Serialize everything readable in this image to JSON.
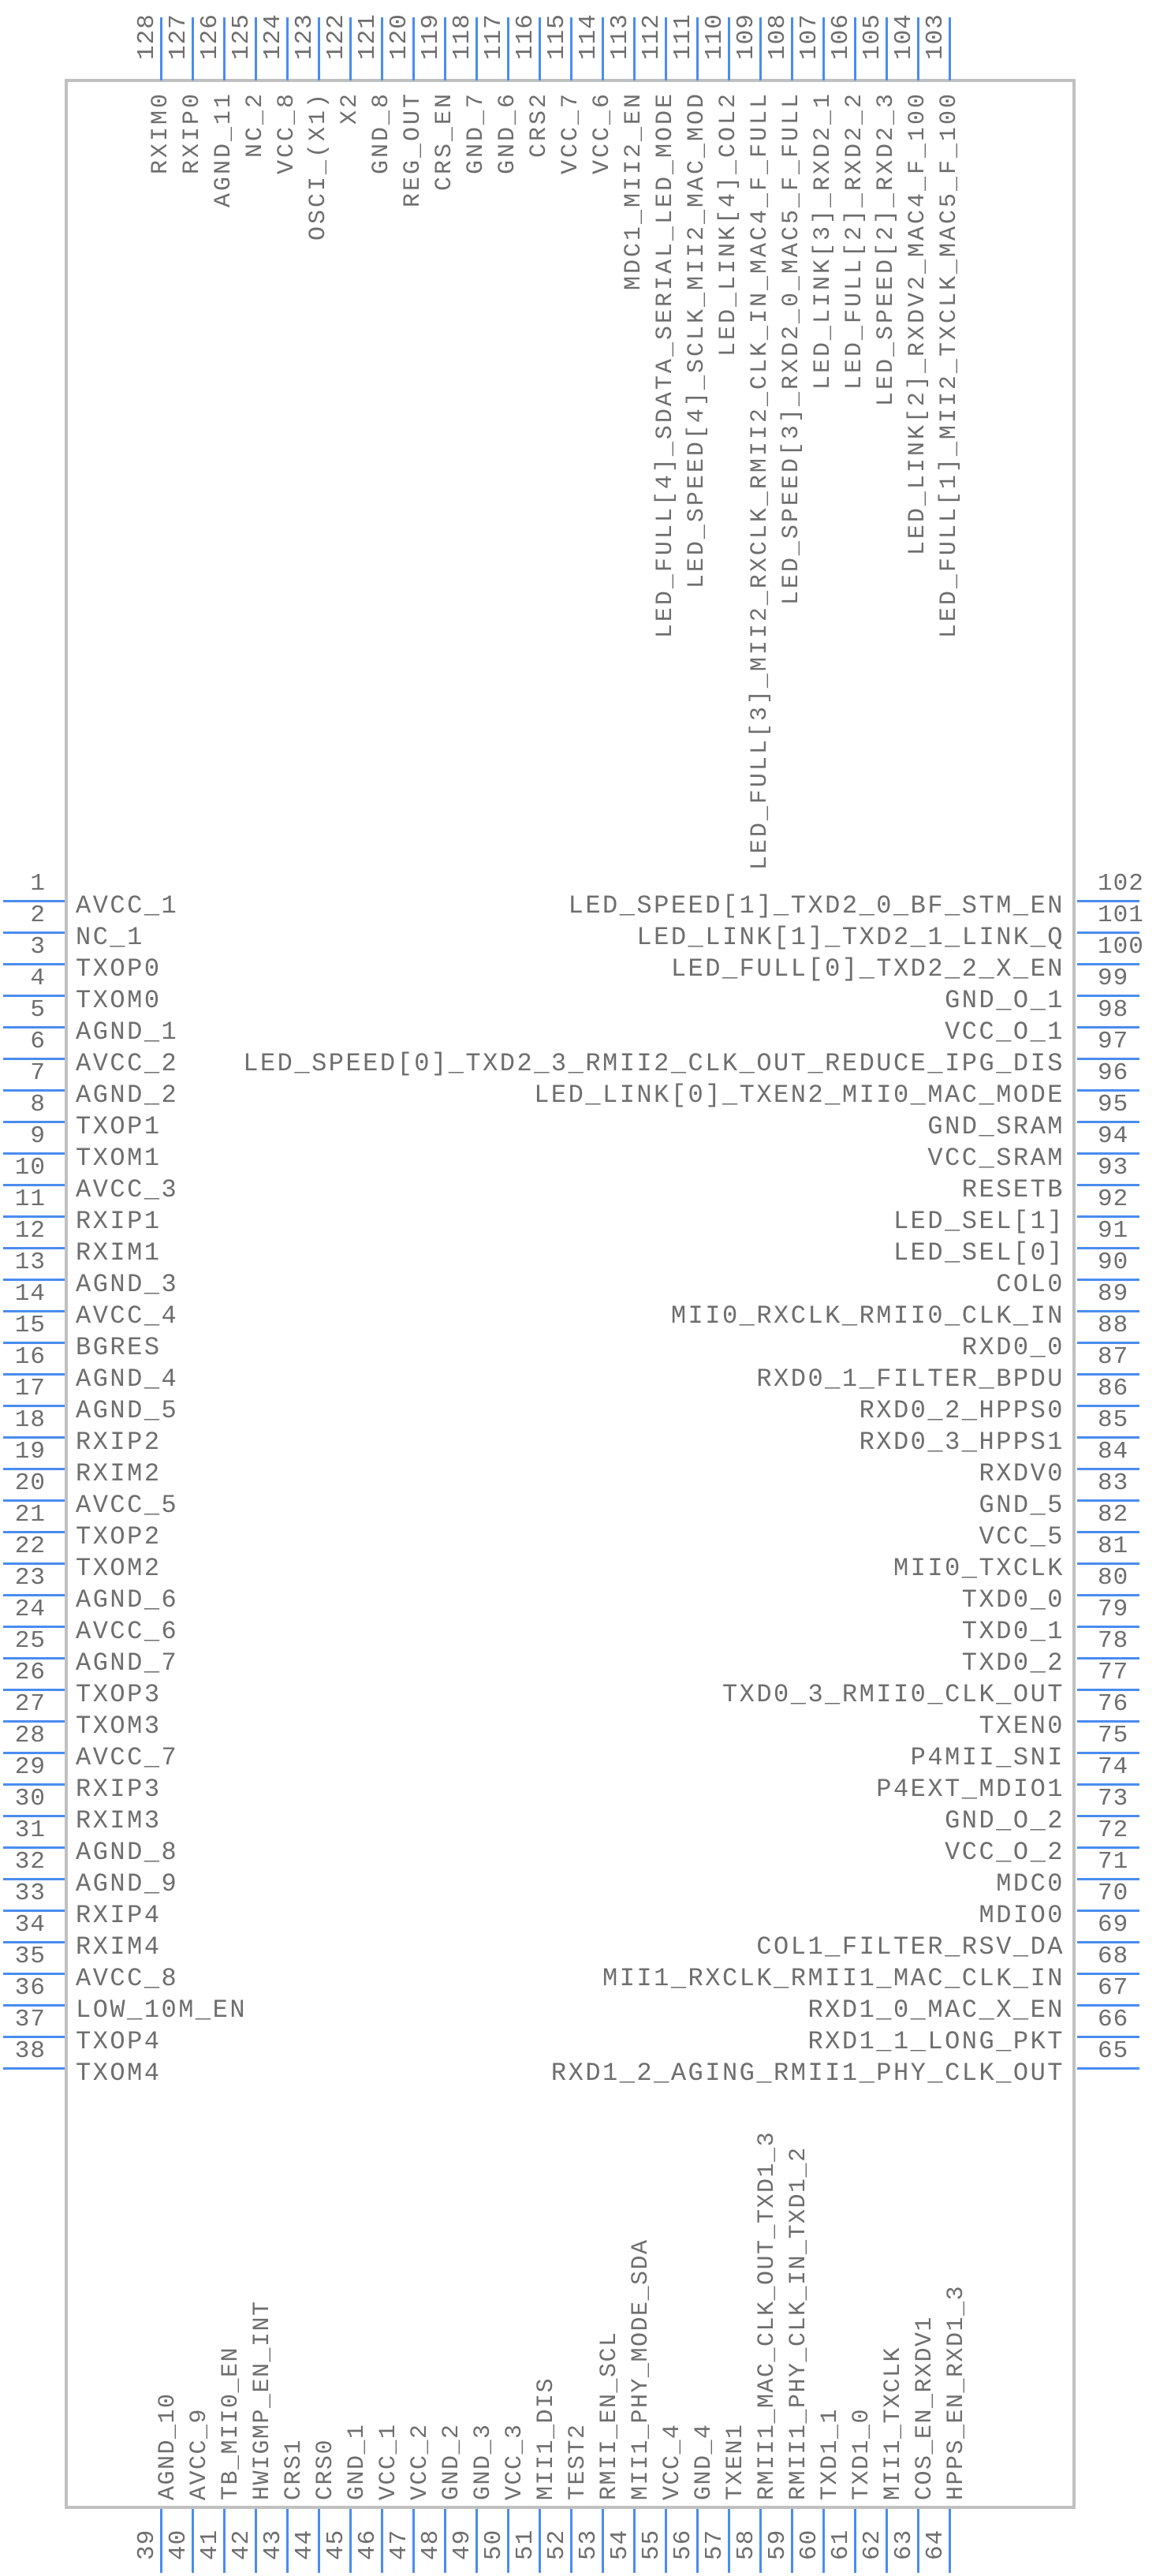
{
  "colors": {
    "pin": "#4a8cf0",
    "body": "#c0c0c0",
    "text": "#6e6e6e"
  },
  "pins": {
    "left": [
      {
        "num": "1",
        "name": "AVCC_1"
      },
      {
        "num": "2",
        "name": "NC_1"
      },
      {
        "num": "3",
        "name": "TXOP0"
      },
      {
        "num": "4",
        "name": "TXOM0"
      },
      {
        "num": "5",
        "name": "AGND_1"
      },
      {
        "num": "6",
        "name": "AVCC_2"
      },
      {
        "num": "7",
        "name": "AGND_2"
      },
      {
        "num": "8",
        "name": "TXOP1"
      },
      {
        "num": "9",
        "name": "TXOM1"
      },
      {
        "num": "10",
        "name": "AVCC_3"
      },
      {
        "num": "11",
        "name": "RXIP1"
      },
      {
        "num": "12",
        "name": "RXIM1"
      },
      {
        "num": "13",
        "name": "AGND_3"
      },
      {
        "num": "14",
        "name": "AVCC_4"
      },
      {
        "num": "15",
        "name": "BGRES"
      },
      {
        "num": "16",
        "name": "AGND_4"
      },
      {
        "num": "17",
        "name": "AGND_5"
      },
      {
        "num": "18",
        "name": "RXIP2"
      },
      {
        "num": "19",
        "name": "RXIM2"
      },
      {
        "num": "20",
        "name": "AVCC_5"
      },
      {
        "num": "21",
        "name": "TXOP2"
      },
      {
        "num": "22",
        "name": "TXOM2"
      },
      {
        "num": "23",
        "name": "AGND_6"
      },
      {
        "num": "24",
        "name": "AVCC_6"
      },
      {
        "num": "25",
        "name": "AGND_7"
      },
      {
        "num": "26",
        "name": "TXOP3"
      },
      {
        "num": "27",
        "name": "TXOM3"
      },
      {
        "num": "28",
        "name": "AVCC_7"
      },
      {
        "num": "29",
        "name": "RXIP3"
      },
      {
        "num": "30",
        "name": "RXIM3"
      },
      {
        "num": "31",
        "name": "AGND_8"
      },
      {
        "num": "32",
        "name": "AGND_9"
      },
      {
        "num": "33",
        "name": "RXIP4"
      },
      {
        "num": "34",
        "name": "RXIM4"
      },
      {
        "num": "35",
        "name": "AVCC_8"
      },
      {
        "num": "36",
        "name": "LOW_10M_EN"
      },
      {
        "num": "37",
        "name": "TXOP4"
      },
      {
        "num": "38",
        "name": "TXOM4"
      }
    ],
    "bottom": [
      {
        "num": "39",
        "name": "AGND_10"
      },
      {
        "num": "40",
        "name": "AVCC_9"
      },
      {
        "num": "41",
        "name": "TB_MII0_EN"
      },
      {
        "num": "42",
        "name": "HWIGMP_EN_INT"
      },
      {
        "num": "43",
        "name": "CRS1"
      },
      {
        "num": "44",
        "name": "CRS0"
      },
      {
        "num": "45",
        "name": "GND_1"
      },
      {
        "num": "46",
        "name": "VCC_1"
      },
      {
        "num": "47",
        "name": "VCC_2"
      },
      {
        "num": "48",
        "name": "GND_2"
      },
      {
        "num": "49",
        "name": "GND_3"
      },
      {
        "num": "50",
        "name": "VCC_3"
      },
      {
        "num": "51",
        "name": "MII1_DIS"
      },
      {
        "num": "52",
        "name": "TEST2"
      },
      {
        "num": "53",
        "name": "RMII_EN_SCL"
      },
      {
        "num": "54",
        "name": "MII1_PHY_MODE_SDA"
      },
      {
        "num": "55",
        "name": "VCC_4"
      },
      {
        "num": "56",
        "name": "GND_4"
      },
      {
        "num": "57",
        "name": "TXEN1"
      },
      {
        "num": "58",
        "name": "RMII1_MAC_CLK_OUT_TXD1_3"
      },
      {
        "num": "59",
        "name": "RMII1_PHY_CLK_IN_TXD1_2"
      },
      {
        "num": "60",
        "name": "TXD1_1"
      },
      {
        "num": "61",
        "name": "TXD1_0"
      },
      {
        "num": "62",
        "name": "MII1_TXCLK"
      },
      {
        "num": "63",
        "name": "COS_EN_RXDV1"
      },
      {
        "num": "64",
        "name": "HPPS_EN_RXD1_3"
      }
    ],
    "right": [
      {
        "num": "102",
        "name": "LED_SPEED[1]_TXD2_0_BF_STM_EN"
      },
      {
        "num": "101",
        "name": "LED_LINK[1]_TXD2_1_LINK_Q"
      },
      {
        "num": "100",
        "name": "LED_FULL[0]_TXD2_2_X_EN"
      },
      {
        "num": "99",
        "name": "GND_O_1"
      },
      {
        "num": "98",
        "name": "VCC_O_1"
      },
      {
        "num": "97",
        "name": "LED_SPEED[0]_TXD2_3_RMII2_CLK_OUT_REDUCE_IPG_DIS"
      },
      {
        "num": "96",
        "name": "LED_LINK[0]_TXEN2_MII0_MAC_MODE"
      },
      {
        "num": "95",
        "name": "GND_SRAM"
      },
      {
        "num": "94",
        "name": "VCC_SRAM"
      },
      {
        "num": "93",
        "name": "RESETB"
      },
      {
        "num": "92",
        "name": "LED_SEL[1]"
      },
      {
        "num": "91",
        "name": "LED_SEL[0]"
      },
      {
        "num": "90",
        "name": "COL0"
      },
      {
        "num": "89",
        "name": "MII0_RXCLK_RMII0_CLK_IN"
      },
      {
        "num": "88",
        "name": "RXD0_0"
      },
      {
        "num": "87",
        "name": "RXD0_1_FILTER_BPDU"
      },
      {
        "num": "86",
        "name": "RXD0_2_HPPS0"
      },
      {
        "num": "85",
        "name": "RXD0_3_HPPS1"
      },
      {
        "num": "84",
        "name": "RXDV0"
      },
      {
        "num": "83",
        "name": "GND_5"
      },
      {
        "num": "82",
        "name": "VCC_5"
      },
      {
        "num": "81",
        "name": "MII0_TXCLK"
      },
      {
        "num": "80",
        "name": "TXD0_0"
      },
      {
        "num": "79",
        "name": "TXD0_1"
      },
      {
        "num": "78",
        "name": "TXD0_2"
      },
      {
        "num": "77",
        "name": "TXD0_3_RMII0_CLK_OUT"
      },
      {
        "num": "76",
        "name": "TXEN0"
      },
      {
        "num": "75",
        "name": "P4MII_SNI"
      },
      {
        "num": "74",
        "name": "P4EXT_MDIO1"
      },
      {
        "num": "73",
        "name": "GND_O_2"
      },
      {
        "num": "72",
        "name": "VCC_O_2"
      },
      {
        "num": "71",
        "name": "MDC0"
      },
      {
        "num": "70",
        "name": "MDIO0"
      },
      {
        "num": "69",
        "name": "COL1_FILTER_RSV_DA"
      },
      {
        "num": "68",
        "name": "MII1_RXCLK_RMII1_MAC_CLK_IN"
      },
      {
        "num": "67",
        "name": "RXD1_0_MAC_X_EN"
      },
      {
        "num": "66",
        "name": "RXD1_1_LONG_PKT"
      },
      {
        "num": "65",
        "name": "RXD1_2_AGING_RMII1_PHY_CLK_OUT"
      }
    ],
    "top": [
      {
        "num": "128",
        "name": "RXIM0"
      },
      {
        "num": "127",
        "name": "RXIP0"
      },
      {
        "num": "126",
        "name": "AGND_11"
      },
      {
        "num": "125",
        "name": "NC_2"
      },
      {
        "num": "124",
        "name": "VCC_8"
      },
      {
        "num": "123",
        "name": "OSCI_(X1)"
      },
      {
        "num": "122",
        "name": "X2"
      },
      {
        "num": "121",
        "name": "GND_8"
      },
      {
        "num": "120",
        "name": "REG_OUT"
      },
      {
        "num": "119",
        "name": "CRS_EN"
      },
      {
        "num": "118",
        "name": "GND_7"
      },
      {
        "num": "117",
        "name": "GND_6"
      },
      {
        "num": "116",
        "name": "CRS2"
      },
      {
        "num": "115",
        "name": "VCC_7"
      },
      {
        "num": "114",
        "name": "VCC_6"
      },
      {
        "num": "113",
        "name": "MDC1_MII2_EN"
      },
      {
        "num": "112",
        "name": "LED_FULL[4]_SDATA_SERIAL_LED_MODE"
      },
      {
        "num": "111",
        "name": "LED_SPEED[4]_SCLK_MII2_MAC_MOD"
      },
      {
        "num": "110",
        "name": "LED_LINK[4]_COL2"
      },
      {
        "num": "109",
        "name": "LED_FULL[3]_MII2_RXCLK_RMII2_CLK_IN_MAC4_F_FULL"
      },
      {
        "num": "108",
        "name": "LED_SPEED[3]_RXD2_0_MAC5_F_FULL"
      },
      {
        "num": "107",
        "name": "LED_LINK[3]_RXD2_1"
      },
      {
        "num": "106",
        "name": "LED_FULL[2]_RXD2_2"
      },
      {
        "num": "105",
        "name": "LED_SPEED[2]_RXD2_3"
      },
      {
        "num": "104",
        "name": "LED_LINK[2]_RXDV2_MAC4_F_100"
      },
      {
        "num": "103",
        "name": "LED_FULL[1]_MII2_TXCLK_MAC5_F_100"
      }
    ]
  }
}
